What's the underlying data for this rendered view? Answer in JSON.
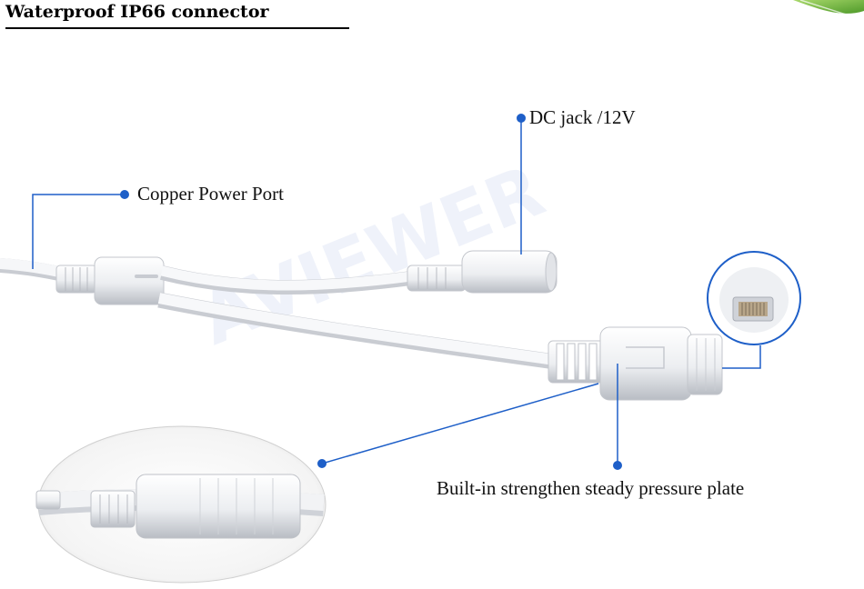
{
  "title": "Waterproof IP66 connector",
  "watermark": "AVIEWER",
  "labels": {
    "copper_power_port": "Copper Power Port",
    "dc_jack": "DC jack /12V",
    "pressure_plate": "Built-in strengthen steady pressure plate"
  },
  "colors": {
    "callout_line": "#1e5fc8",
    "callout_dot": "#1e5fc8",
    "cable": "#f2f3f5",
    "cable_shadow": "#c9ccd2",
    "watermark": "#e8ecf7",
    "leaf": "#7bc142"
  },
  "icons": {
    "leaf": "leaf-icon",
    "dot": "callout-dot-icon"
  }
}
